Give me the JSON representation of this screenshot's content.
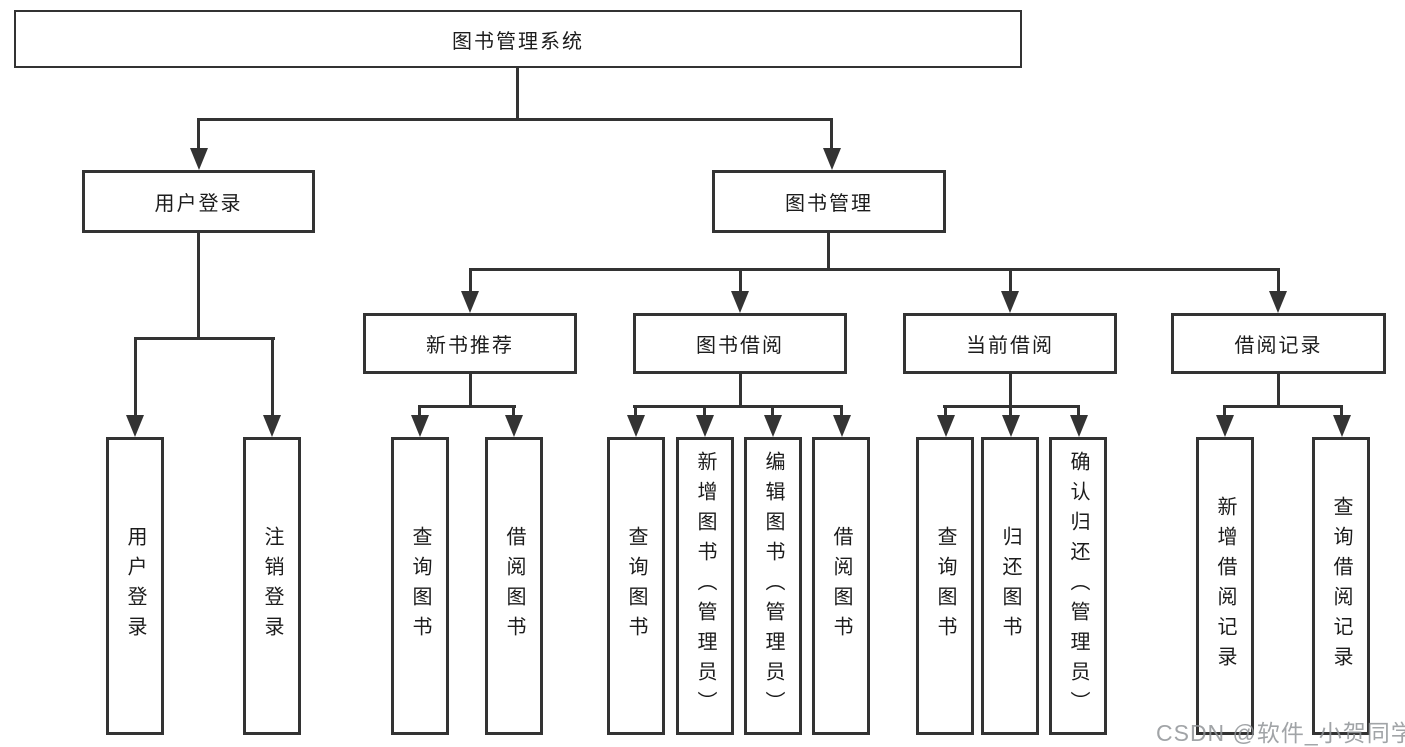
{
  "nodes": {
    "root": "图书管理系统",
    "user_login": "用户登录",
    "book_management": "图书管理",
    "new_book_recommend": "新书推荐",
    "book_borrowing": "图书借阅",
    "current_borrowing": "当前借阅",
    "borrowing_records": "借阅记录",
    "leaf_user_login": "用户登录",
    "leaf_logout": "注销登录",
    "rec_query_book": "查询图书",
    "rec_borrow_book": "借阅图书",
    "bb_query_book": "查询图书",
    "bb_add_book": "新增图书（管理员）",
    "bb_edit_book": "编辑图书（管理员）",
    "bb_borrow_book": "借阅图书",
    "cb_query_book": "查询图书",
    "cb_return_book": "归还图书",
    "cb_confirm_return": "确认归还（管理员）",
    "br_add_record": "新增借阅记录",
    "br_query_record": "查询借阅记录"
  },
  "hierarchy": {
    "图书管理系统": {
      "用户登录": [
        "用户登录",
        "注销登录"
      ],
      "图书管理": {
        "新书推荐": [
          "查询图书",
          "借阅图书"
        ],
        "图书借阅": [
          "查询图书",
          "新增图书（管理员）",
          "编辑图书（管理员）",
          "借阅图书"
        ],
        "当前借阅": [
          "查询图书",
          "归还图书",
          "确认归还（管理员）"
        ],
        "借阅记录": [
          "新增借阅记录",
          "查询借阅记录"
        ]
      }
    }
  },
  "watermark": "CSDN @软件_小贺同学",
  "colors": {
    "line": "#333333",
    "text": "#1c1c1c",
    "background": "#ffffff",
    "watermark": "#919498"
  }
}
